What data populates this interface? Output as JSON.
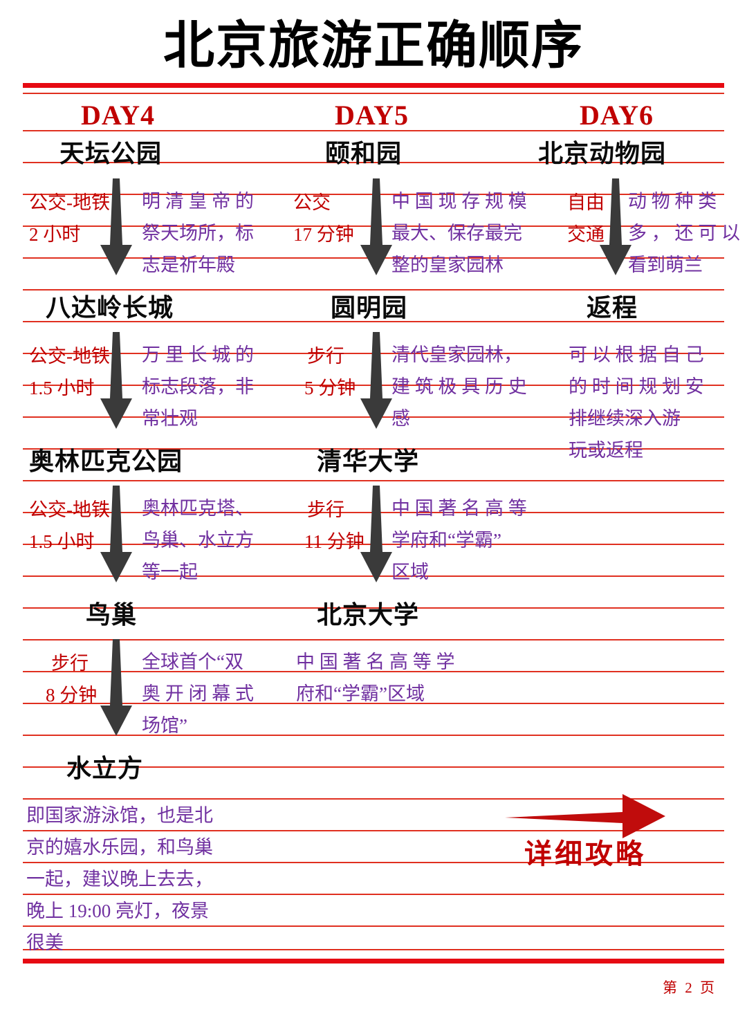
{
  "title": "北京旅游正确顺序",
  "page_label": "第 2 页",
  "cta": {
    "label": "详细攻略",
    "arrow_icon": "right-arrow-icon",
    "color": "#c00000"
  },
  "colors": {
    "rule": "#e03020",
    "rule_thick": "#e60a12",
    "day_header": "#c00000",
    "stop_name": "#0a0a0a",
    "transport": "#c00000",
    "description": "#7030a0"
  },
  "columns": [
    {
      "day": "DAY4",
      "stops": [
        {
          "name": "天坛公园",
          "transport_mode": "公交-地铁",
          "transport_time": "2 小时",
          "arrow_icon": "down-arrow-icon",
          "description_lines": [
            "明 清 皇 帝 的",
            "祭天场所，标",
            "志是祈年殿"
          ]
        },
        {
          "name": "八达岭长城",
          "transport_mode": "公交-地铁",
          "transport_time": "1.5 小时",
          "arrow_icon": "down-arrow-icon",
          "description_lines": [
            "万 里 长 城 的",
            "标志段落，非",
            "常壮观"
          ]
        },
        {
          "name": "奥林匹克公园",
          "transport_mode": "公交-地铁",
          "transport_time": "1.5 小时",
          "arrow_icon": "down-arrow-icon",
          "description_lines": [
            "奥林匹克塔、",
            "鸟巢、水立方",
            "等一起"
          ]
        },
        {
          "name": "鸟巢",
          "transport_mode": "步行",
          "transport_time": "8 分钟",
          "arrow_icon": "down-arrow-icon",
          "description_lines": [
            "全球首个“双",
            "奥 开 闭 幕 式",
            "场馆”"
          ]
        },
        {
          "name": "水立方",
          "transport_mode": "",
          "transport_time": "",
          "arrow_icon": "",
          "description_lines": [
            "即国家游泳馆，也是北",
            "京的嬉水乐园，和鸟巢",
            "一起，建议晚上去去，",
            "晚上 19:00 亮灯，夜景",
            "很美"
          ]
        }
      ]
    },
    {
      "day": "DAY5",
      "stops": [
        {
          "name": "颐和园",
          "transport_mode": "公交",
          "transport_time": "17 分钟",
          "arrow_icon": "down-arrow-icon",
          "description_lines": [
            "中 国 现 存 规 模",
            "最大、保存最完",
            "整的皇家园林"
          ]
        },
        {
          "name": "圆明园",
          "transport_mode": "步行",
          "transport_time": "5 分钟",
          "arrow_icon": "down-arrow-icon",
          "description_lines": [
            "清代皇家园林，",
            "建 筑 极 具 历 史",
            "感"
          ]
        },
        {
          "name": "清华大学",
          "transport_mode": "步行",
          "transport_time": "11 分钟",
          "arrow_icon": "down-arrow-icon",
          "description_lines": [
            "中 国 著 名 高 等",
            "学府和“学霸”",
            "区域"
          ]
        },
        {
          "name": "北京大学",
          "transport_mode": "",
          "transport_time": "",
          "arrow_icon": "",
          "description_lines": [
            "中 国 著 名 高 等 学",
            "府和“学霸”区域"
          ]
        }
      ]
    },
    {
      "day": "DAY6",
      "stops": [
        {
          "name": "北京动物园",
          "transport_mode": "自由",
          "transport_time": "交通",
          "arrow_icon": "down-arrow-icon",
          "description_lines": [
            "动 物 种 类",
            "多 ， 还 可 以",
            "看到萌兰"
          ]
        },
        {
          "name": "返程",
          "transport_mode": "",
          "transport_time": "",
          "arrow_icon": "",
          "description_lines": [
            "可 以 根 据 自 己",
            "的 时 间 规 划 安",
            "排继续深入游",
            "玩或返程"
          ]
        }
      ]
    }
  ]
}
